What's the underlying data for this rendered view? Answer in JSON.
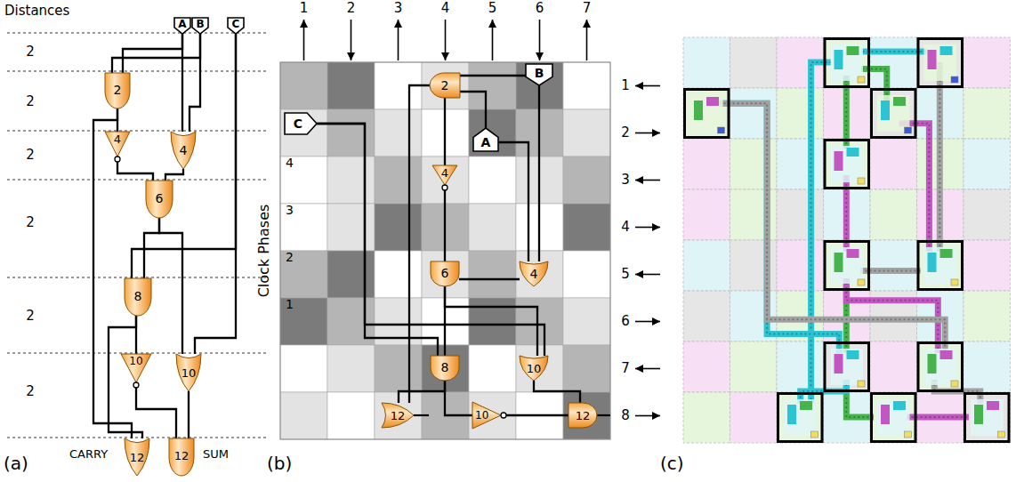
{
  "diagram": {
    "nodes": [
      {
        "text": [
          "A"
        ]
      },
      {
        "text": [
          "B"
        ]
      },
      {
        "text": [
          "C"
        ]
      },
      {
        "text": [
          "2"
        ]
      },
      {
        "text": [
          "4"
        ]
      },
      {
        "text": [
          "4"
        ]
      },
      {
        "text": [
          "6"
        ]
      },
      {
        "text": [
          "8"
        ]
      },
      {
        "text": [
          "10"
        ]
      },
      {
        "text": [
          "10"
        ]
      },
      {
        "text": [
          "12"
        ]
      },
      {
        "text": [
          "12"
        ]
      },
      {
        "text": [
          "2"
        ]
      },
      {
        "text": [
          "B"
        ]
      },
      {
        "text": [
          "C"
        ]
      },
      {
        "text": [
          "A"
        ]
      },
      {
        "text": [
          "4"
        ]
      },
      {
        "text": [
          "6"
        ]
      },
      {
        "text": [
          "4"
        ]
      },
      {
        "text": [
          "8"
        ]
      },
      {
        "text": [
          "10"
        ]
      },
      {
        "text": [
          "12"
        ]
      },
      {
        "text": [
          "10"
        ]
      },
      {
        "text": [
          "12"
        ]
      }
    ],
    "edges": [
      {
        "from": 0,
        "to": 3,
        "arrow": "none"
      },
      {
        "from": 1,
        "to": 3,
        "arrow": "none"
      },
      {
        "from": 0,
        "to": 5,
        "arrow": "none"
      },
      {
        "from": 1,
        "to": 5,
        "arrow": "none"
      },
      {
        "from": 3,
        "to": 4,
        "arrow": "none"
      },
      {
        "from": 3,
        "to": 10,
        "arrow": "none"
      },
      {
        "from": 4,
        "to": 6,
        "arrow": "none"
      },
      {
        "from": 5,
        "to": 6,
        "arrow": "none"
      },
      {
        "from": 6,
        "to": 7,
        "arrow": "none"
      },
      {
        "from": 2,
        "to": 7,
        "arrow": "none"
      },
      {
        "from": 6,
        "to": 9,
        "arrow": "none"
      },
      {
        "from": 2,
        "to": 9,
        "arrow": "none"
      },
      {
        "from": 7,
        "to": 8,
        "arrow": "none"
      },
      {
        "from": 7,
        "to": 10,
        "arrow": "none"
      },
      {
        "from": 8,
        "to": 11,
        "arrow": "none"
      },
      {
        "from": 9,
        "to": 11,
        "arrow": "none"
      },
      {
        "from": 15,
        "to": 12,
        "arrow": "none"
      },
      {
        "from": 13,
        "to": 12,
        "arrow": "none"
      },
      {
        "from": 15,
        "to": 18,
        "arrow": "none"
      },
      {
        "from": 13,
        "to": 18,
        "arrow": "none"
      },
      {
        "from": 12,
        "to": 16,
        "arrow": "none"
      },
      {
        "from": 12,
        "to": 21,
        "arrow": "none"
      },
      {
        "from": 16,
        "to": 17,
        "arrow": "none"
      },
      {
        "from": 18,
        "to": 17,
        "arrow": "none"
      },
      {
        "from": 17,
        "to": 19,
        "arrow": "none"
      },
      {
        "from": 14,
        "to": 19,
        "arrow": "none"
      },
      {
        "from": 17,
        "to": 20,
        "arrow": "none"
      },
      {
        "from": 14,
        "to": 20,
        "arrow": "none"
      },
      {
        "from": 19,
        "to": 22,
        "arrow": "none"
      },
      {
        "from": 19,
        "to": 21,
        "arrow": "none"
      },
      {
        "from": 22,
        "to": 23,
        "arrow": "none"
      },
      {
        "from": 20,
        "to": 23,
        "arrow": "none"
      }
    ],
    "labels": [
      "Distances",
      "2",
      "2",
      "2",
      "2",
      "2",
      "2",
      "CARRY",
      "SUM",
      "(a)",
      "1",
      "2",
      "3",
      "4",
      "5",
      "6",
      "7",
      "1",
      "2",
      "3",
      "4",
      "5",
      "6",
      "7",
      "8",
      "Clock Phases",
      "4",
      "3",
      "2",
      "1",
      "(b)",
      "(c)"
    ]
  }
}
